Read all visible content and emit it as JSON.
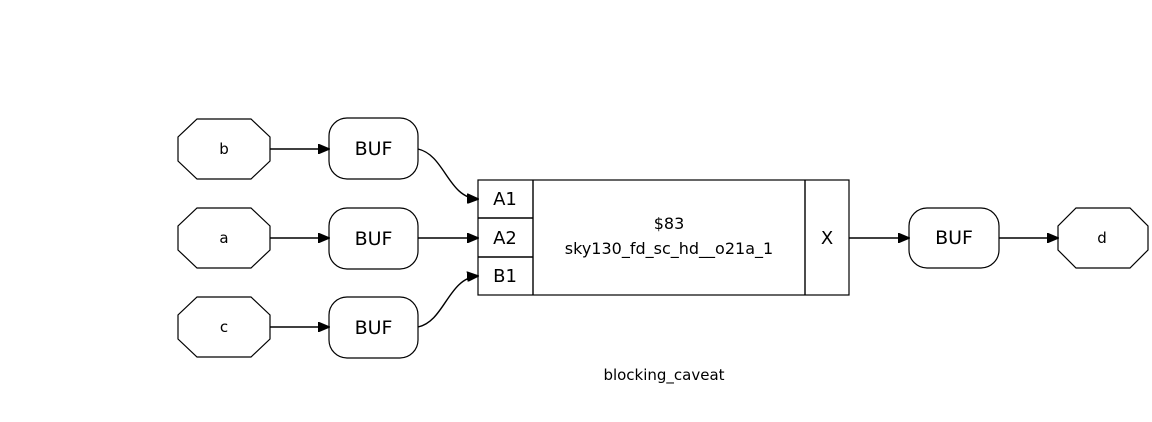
{
  "diagram": {
    "title": "blocking_caveat",
    "inputs": {
      "b": "b",
      "a": "a",
      "c": "c"
    },
    "output": {
      "d": "d"
    },
    "buffers": {
      "buf_b": "BUF",
      "buf_a": "BUF",
      "buf_c": "BUF",
      "buf_out": "BUF"
    },
    "cell": {
      "id": "$83",
      "type": "sky130_fd_sc_hd__o21a_1",
      "pins": {
        "a1": "A1",
        "a2": "A2",
        "b1": "B1",
        "x": "X"
      }
    }
  }
}
